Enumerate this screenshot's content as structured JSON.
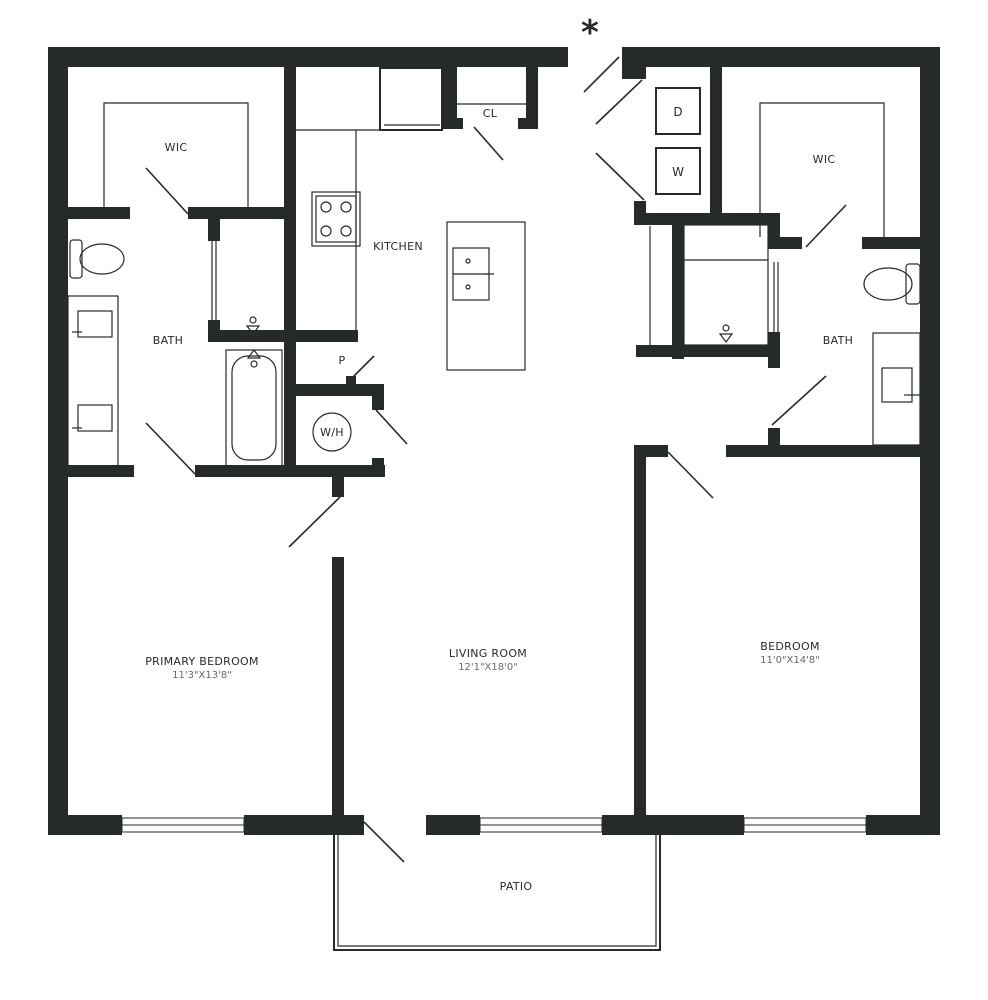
{
  "marker": "*",
  "rooms": {
    "wic_left": "WIC",
    "bath_left": "BATH",
    "kitchen": "KITCHEN",
    "closet": "CL",
    "pantry": "P",
    "water_heater": "W/H",
    "dryer": "D",
    "washer": "W",
    "wic_right": "WIC",
    "bath_right": "BATH",
    "primary_bedroom": {
      "name": "PRIMARY BEDROOM",
      "size": "11'3\"X13'8\""
    },
    "living_room": {
      "name": "LIVING ROOM",
      "size": "12'1\"X18'0\""
    },
    "bedroom": {
      "name": "BEDROOM",
      "size": "11'0\"X14'8\""
    },
    "patio": "PATIO"
  },
  "colors": {
    "wall": "#262b2a",
    "background": "#ffffff",
    "dimension_text": "#6a6a6a"
  }
}
